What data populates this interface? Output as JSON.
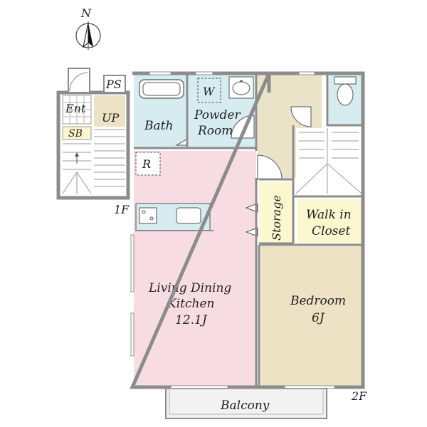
{
  "compass": {
    "north_label": "N",
    "icon": "north-arrow-icon"
  },
  "floors": {
    "first": "1F",
    "second": "2F"
  },
  "rooms": {
    "entrance": "Ent",
    "shoe_box": "SB",
    "stairs_up": "UP",
    "pipe_space": "PS",
    "bath": "Bath",
    "washer": "W",
    "powder_room_line1": "Powder",
    "powder_room_line2": "Room",
    "refrigerator": "R",
    "ldk_line1": "Living Dining",
    "ldk_line2": "Kitchen",
    "ldk_size": "12.1J",
    "storage": "Storage",
    "walk_in_line1": "Walk in",
    "walk_in_line2": "Closet",
    "bedroom": "Bedroom",
    "bedroom_size": "6J",
    "balcony": "Balcony"
  },
  "colors": {
    "wall": "#8c8c8c",
    "wet_area": "#d6ecf1",
    "ldk": "#f7dde3",
    "hall": "#eae3c8",
    "bedroom": "#ede2c4",
    "closet": "#fbf7cf",
    "balcony": "#f2f2f2"
  }
}
